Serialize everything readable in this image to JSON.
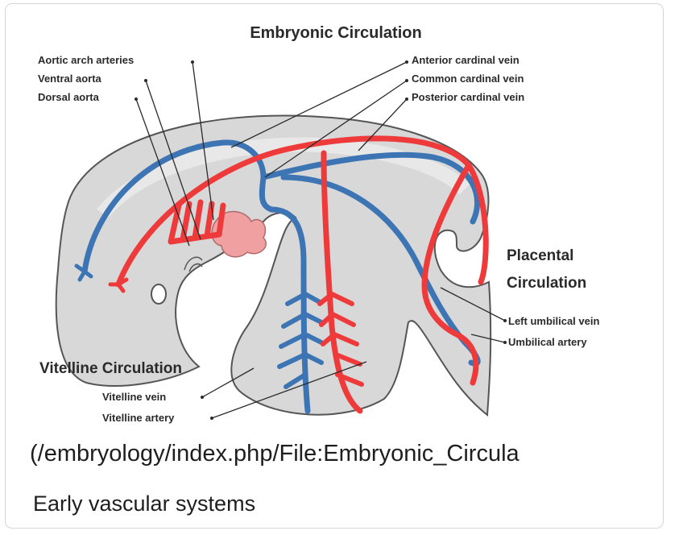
{
  "figure": {
    "title": "Embryonic Circulation",
    "labels": {
      "aortic_arch_arteries": "Aortic arch arteries",
      "ventral_aorta": "Ventral aorta",
      "dorsal_aorta": "Dorsal aorta",
      "anterior_cardinal_vein": "Anterior cardinal vein",
      "common_cardinal_vein": "Common cardinal vein",
      "posterior_cardinal_vein": "Posterior cardinal vein",
      "placental_circulation_line1": "Placental",
      "placental_circulation_line2": "Circulation",
      "left_umbilical_vein": "Left umbilical vein",
      "umbilical_artery": "Umbilical artery",
      "vitelline_circulation": "Vitelline Circulation",
      "vitelline_vein": "Vitelline vein",
      "vitelline_artery": "Vitelline artery"
    },
    "colors": {
      "artery": "#ee3a3a",
      "vein": "#3c74b4",
      "embryo_body": "#d8d8d8",
      "embryo_outline": "#555555",
      "heart": "#f0a0a0"
    }
  },
  "link_text": "(/embryology/index.php/File:Embryonic_Circula",
  "caption": "Early vascular systems"
}
